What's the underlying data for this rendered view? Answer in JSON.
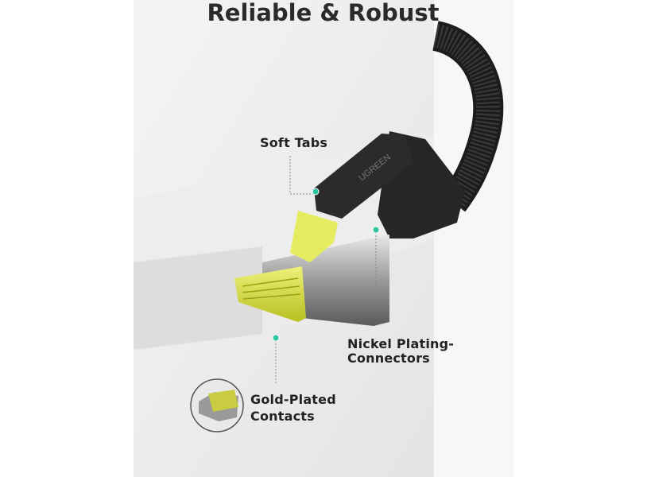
{
  "title": "Reliable & Robust",
  "brand": "UGREEN",
  "callouts": {
    "soft_tabs": "Soft Tabs",
    "nickel_line1": "Nickel Plating-",
    "nickel_line2": "Connectors",
    "gold_line1": "Gold-Plated",
    "gold_line2": "Contacts"
  },
  "colors": {
    "accent_dot": "#2fc4a0",
    "connector_yellow": "#d8e03a",
    "text": "#222222"
  }
}
